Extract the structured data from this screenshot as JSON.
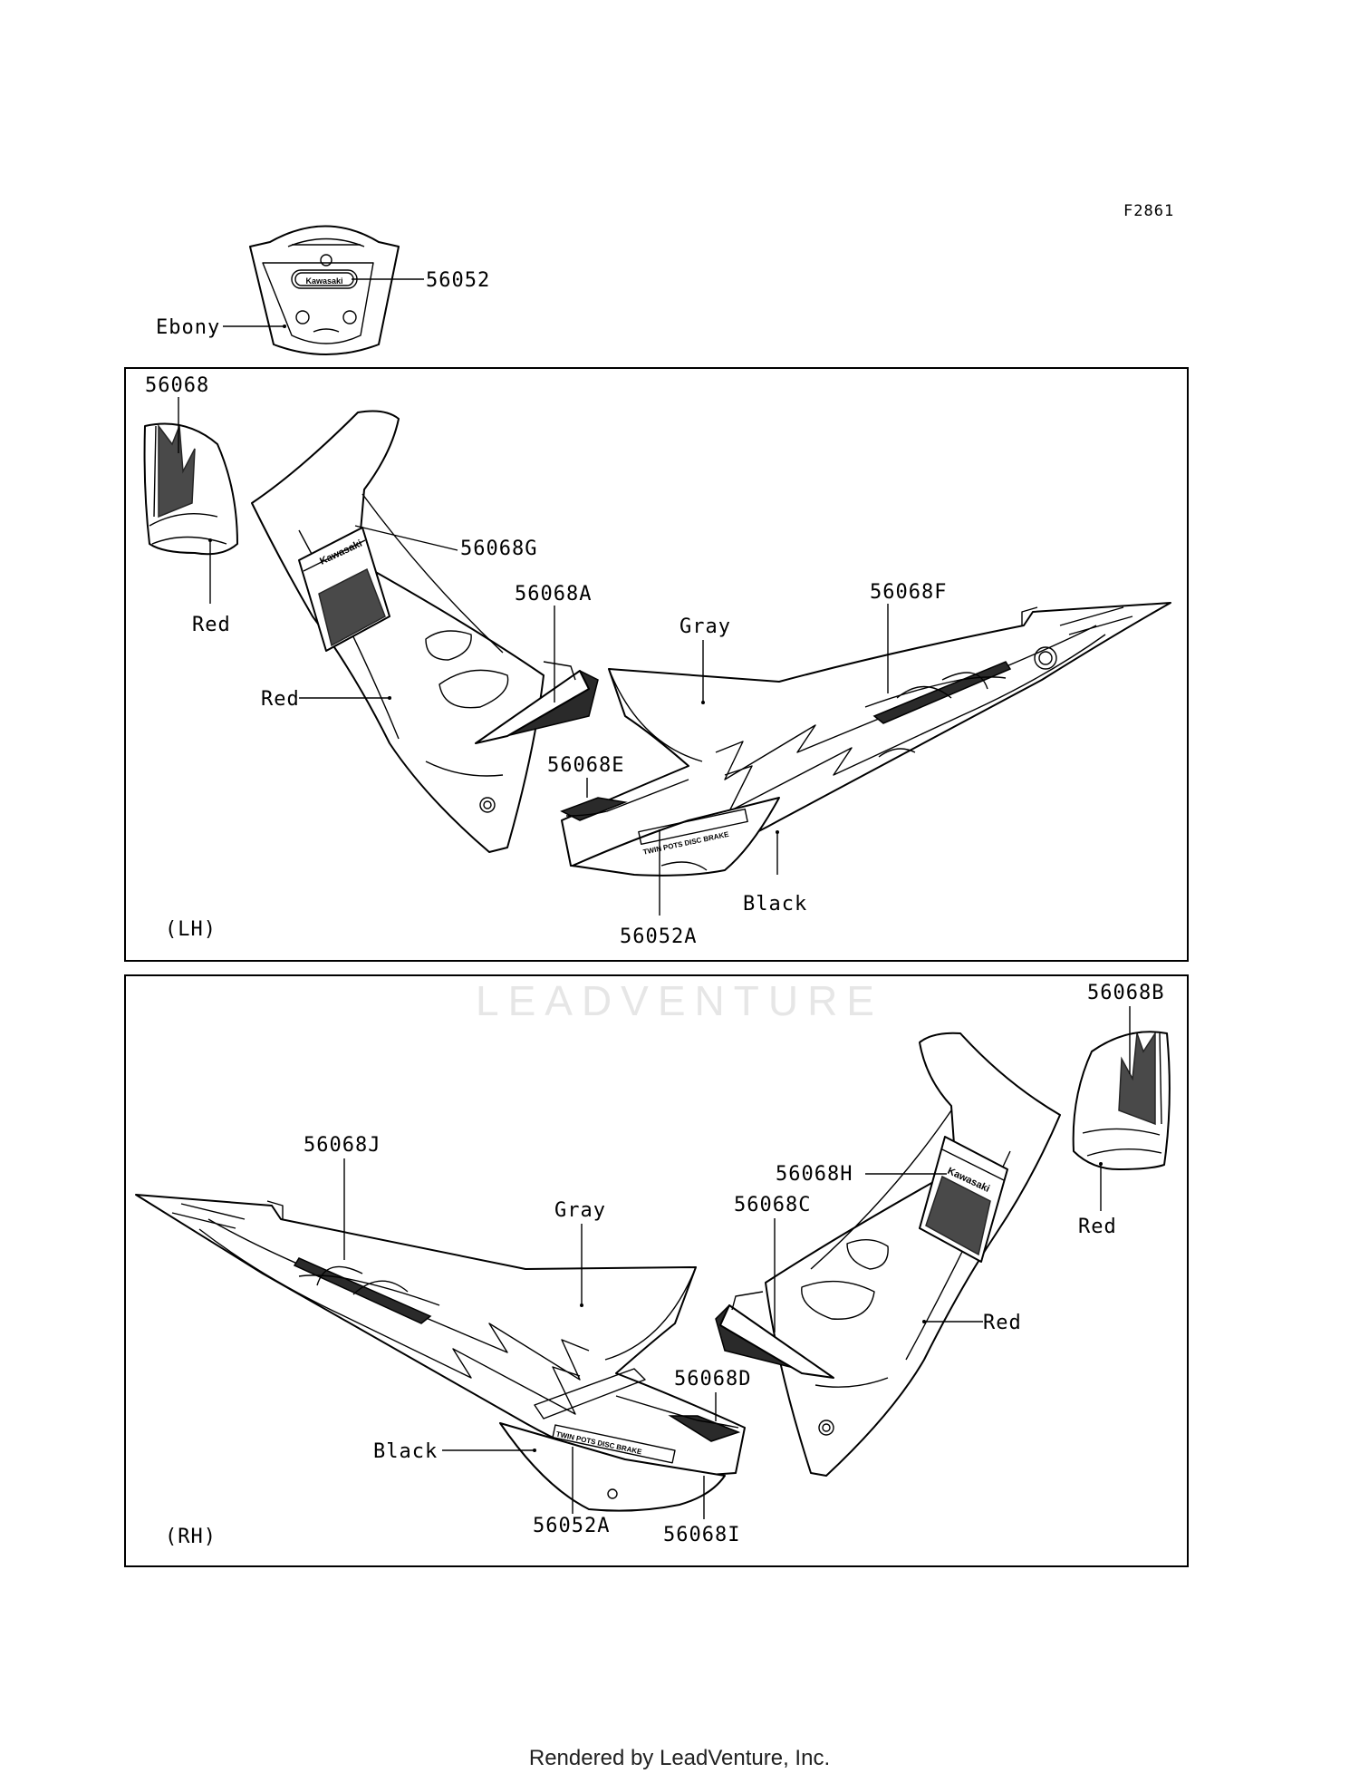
{
  "figure_code": "F2861",
  "watermark": "LEADVENTURE",
  "footer": "Rendered by LeadVenture, Inc.",
  "top": {
    "part_56052": "56052",
    "color_ebony": "Ebony",
    "emblem_text": "Kawasaki"
  },
  "lh": {
    "side": "(LH)",
    "parts": {
      "p56068": "56068",
      "p56068G": "56068G",
      "p56068A": "56068A",
      "p56068F": "56068F",
      "p56068E": "56068E",
      "p56052A": "56052A"
    },
    "colors": {
      "red_fender": "Red",
      "red_cowl": "Red",
      "gray": "Gray",
      "black": "Black"
    },
    "decal_text": "Kawasaki",
    "brake_badge": "TWIN POTS DISC BRAKE"
  },
  "rh": {
    "side": "(RH)",
    "parts": {
      "p56068B": "56068B",
      "p56068J": "56068J",
      "p56068H": "56068H",
      "p56068C": "56068C",
      "p56068D": "56068D",
      "p56052A": "56052A",
      "p56068I": "56068I"
    },
    "colors": {
      "gray": "Gray",
      "red_cowl": "Red",
      "red_fender": "Red",
      "black": "Black"
    },
    "decal_text": "Kawasaki",
    "brake_badge": "TWIN POTS DISC BRAKE"
  }
}
